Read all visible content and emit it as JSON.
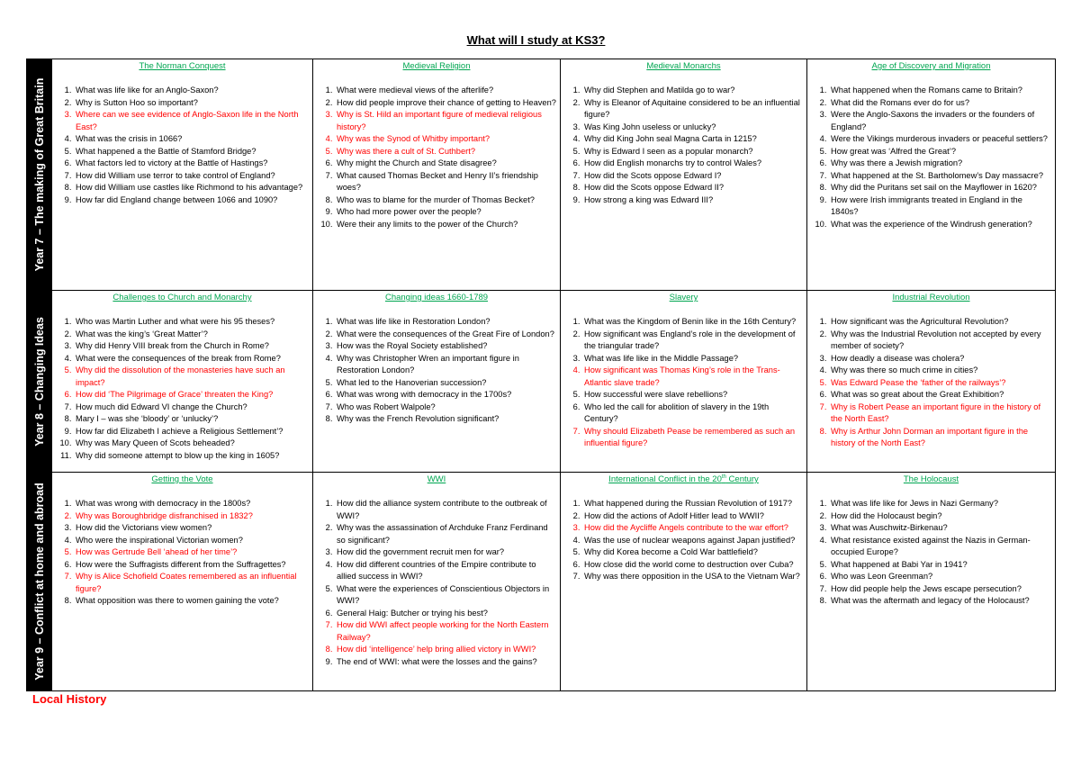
{
  "title": "What will I study at KS3?",
  "local_label": "Local History",
  "colors": {
    "topic": "#00a651",
    "local": "#ff0000",
    "year_band": "#000000"
  },
  "rows": [
    {
      "year": "Year 7 – The making of Great Britain",
      "topics": [
        {
          "title": "The Norman Conquest",
          "questions": [
            {
              "text": "What was life like for an Anglo-Saxon?",
              "local": false
            },
            {
              "text": "Why is Sutton Hoo so important?",
              "local": false
            },
            {
              "text": "Where can we see evidence of Anglo-Saxon life in the North East?",
              "local": true
            },
            {
              "text": "What was the crisis in 1066?",
              "local": false
            },
            {
              "text": "What happened a the Battle of Stamford Bridge?",
              "local": false
            },
            {
              "text": "What factors led to victory at the Battle of Hastings?",
              "local": false
            },
            {
              "text": "How did William use terror to take control of England?",
              "local": false
            },
            {
              "text": "How did William use castles like Richmond to his advantage?",
              "local": false
            },
            {
              "text": "How far did England change between 1066 and 1090?",
              "local": false
            }
          ]
        },
        {
          "title": "Medieval Religion",
          "questions": [
            {
              "text": "What were medieval views of the afterlife?",
              "local": false
            },
            {
              "text": "How did people improve their chance of getting to Heaven?",
              "local": false
            },
            {
              "text": "Why is St. Hild an important figure of medieval religious history?",
              "local": true
            },
            {
              "text": "Why was the Synod of Whitby important?",
              "local": true
            },
            {
              "text": "Why was there a cult of St. Cuthbert?",
              "local": true
            },
            {
              "text": "Why might the Church and State disagree?",
              "local": false
            },
            {
              "text": "What caused Thomas Becket and Henry II’s friendship woes?",
              "local": false
            },
            {
              "text": "Who was to blame for the murder of Thomas Becket?",
              "local": false
            },
            {
              "text": "Who had more power over the people?",
              "local": false
            },
            {
              "text": "Were their any limits to the power of the Church?",
              "local": false
            }
          ]
        },
        {
          "title": "Medieval Monarchs",
          "questions": [
            {
              "text": "Why did Stephen and Matilda go to war?",
              "local": false
            },
            {
              "text": "Why is Eleanor of Aquitaine considered to be an influential figure?",
              "local": false
            },
            {
              "text": "Was King John useless or unlucky?",
              "local": false
            },
            {
              "text": "Why did King John seal Magna Carta in 1215?",
              "local": false
            },
            {
              "text": "Why is Edward I seen as a popular monarch?",
              "local": false
            },
            {
              "text": "How did English monarchs try to control Wales?",
              "local": false
            },
            {
              "text": "How did the Scots oppose Edward I?",
              "local": false
            },
            {
              "text": "How did the Scots oppose Edward II?",
              "local": false
            },
            {
              "text": "How strong a king was Edward III?",
              "local": false
            }
          ]
        },
        {
          "title": "Age of Discovery and Migration",
          "questions": [
            {
              "text": "What happened when the Romans came to Britain?",
              "local": false
            },
            {
              "text": "What did the Romans ever do for us?",
              "local": false
            },
            {
              "text": "Were the Anglo-Saxons the invaders or the founders of England?",
              "local": false
            },
            {
              "text": "Were the Vikings murderous invaders or peaceful settlers?",
              "local": false
            },
            {
              "text": "How great was ‘Alfred the Great’?",
              "local": false
            },
            {
              "text": "Why was there a Jewish migration?",
              "local": false
            },
            {
              "text": "What happened at the St. Bartholomew’s Day massacre?",
              "local": false
            },
            {
              "text": "Why did the Puritans set sail on the Mayflower in 1620?",
              "local": false
            },
            {
              "text": "How were Irish immigrants treated in England in the 1840s?",
              "local": false
            },
            {
              "text": "What was the experience of the Windrush generation?",
              "local": false
            }
          ]
        }
      ]
    },
    {
      "year": "Year 8 – Changing Ideas",
      "topics": [
        {
          "title": "Challenges to Church and Monarchy",
          "questions": [
            {
              "text": "Who was Martin Luther and what were his 95 theses?",
              "local": false
            },
            {
              "text": "What was the king’s ‘Great Matter’?",
              "local": false
            },
            {
              "text": "Why did Henry VIII break from the Church in Rome?",
              "local": false
            },
            {
              "text": "What were the consequences of the break from Rome?",
              "local": false
            },
            {
              "text": "Why did the dissolution of the monasteries have such an impact?",
              "local": true
            },
            {
              "text": "How did ‘The Pilgrimage of Grace’ threaten the King?",
              "local": true
            },
            {
              "text": "How much did Edward VI change the Church?",
              "local": false
            },
            {
              "text": "Mary I – was she ‘bloody’ or ‘unlucky’?",
              "local": false
            },
            {
              "text": "How far did Elizabeth I achieve a Religious Settlement’?",
              "local": false
            },
            {
              "text": "Why was Mary Queen of Scots beheaded?",
              "local": false
            },
            {
              "text": "Why did someone attempt to blow up the king in 1605?",
              "local": false
            }
          ]
        },
        {
          "title": "Changing ideas 1660-1789",
          "questions": [
            {
              "text": "What was life like in Restoration London?",
              "local": false
            },
            {
              "text": "What were the consequences of the Great Fire of London?",
              "local": false
            },
            {
              "text": "How was the Royal Society established?",
              "local": false
            },
            {
              "text": "Why was Christopher Wren an important figure in Restoration London?",
              "local": false
            },
            {
              "text": "What led to the Hanoverian succession?",
              "local": false
            },
            {
              "text": "What was wrong with democracy in the 1700s?",
              "local": false
            },
            {
              "text": "Who was Robert Walpole?",
              "local": false
            },
            {
              "text": "Why was the French Revolution significant?",
              "local": false
            }
          ]
        },
        {
          "title": "Slavery",
          "questions": [
            {
              "text": "What was the Kingdom of Benin like in the 16th Century?",
              "local": false
            },
            {
              "text": "How significant was England’s role in the development of the triangular trade?",
              "local": false
            },
            {
              "text": "What was life like in the Middle Passage?",
              "local": false
            },
            {
              "text": "How significant was Thomas King’s role in the Trans-Atlantic slave trade?",
              "local": true
            },
            {
              "text": "How successful were slave rebellions?",
              "local": false
            },
            {
              "text": "Who led the call for abolition of slavery in the 19th Century?",
              "local": false
            },
            {
              "text": "Why should Elizabeth Pease be remembered as such an influential figure?",
              "local": true
            }
          ]
        },
        {
          "title": "Industrial Revolution",
          "questions": [
            {
              "text": "How significant was the Agricultural Revolution?",
              "local": false
            },
            {
              "text": "Why was the Industrial Revolution not accepted by every member of society?",
              "local": false
            },
            {
              "text": "How deadly a disease was cholera?",
              "local": false
            },
            {
              "text": "Why was there so much crime in cities?",
              "local": false
            },
            {
              "text": "Was Edward Pease the ‘father of the railways’?",
              "local": true
            },
            {
              "text": "What was so great about the Great Exhibition?",
              "local": false
            },
            {
              "text": "Why is Robert Pease an important figure in the history of the North East?",
              "local": true
            },
            {
              "text": "Why is Arthur John Dorman an important figure in the history of the North East?",
              "local": true
            }
          ]
        }
      ]
    },
    {
      "year": "Year 9 – Conflict at home and abroad",
      "topics": [
        {
          "title": "Getting the Vote",
          "questions": [
            {
              "text": "What was wrong with democracy in the 1800s?",
              "local": false
            },
            {
              "text": "Why was Boroughbridge disfranchised in 1832?",
              "local": true
            },
            {
              "text": "How did the Victorians view women?",
              "local": false
            },
            {
              "text": "Who were the inspirational Victorian women?",
              "local": false
            },
            {
              "text": "How was Gertrude Bell ‘ahead of her time’?",
              "local": true
            },
            {
              "text": "How were the Suffragists different from the Suffragettes?",
              "local": false
            },
            {
              "text": "Why is Alice Schofield Coates remembered as an influential figure?",
              "local": true
            },
            {
              "text": "What opposition was there to women gaining the vote?",
              "local": false
            }
          ]
        },
        {
          "title": "WWI",
          "questions": [
            {
              "text": "How did the alliance system contribute to the outbreak of WWI?",
              "local": false
            },
            {
              "text": "Why was the assassination of Archduke Franz Ferdinand so significant?",
              "local": false
            },
            {
              "text": "How did the government recruit men for war?",
              "local": false
            },
            {
              "text": "How did different countries of the Empire contribute to allied success in WWI?",
              "local": false
            },
            {
              "text": "What were the experiences of Conscientious Objectors in WWI?",
              "local": false
            },
            {
              "text": "General Haig: Butcher or trying his best?",
              "local": false
            },
            {
              "text": "How did WWI affect people working for the North Eastern Railway?",
              "local": true
            },
            {
              "text": "How did ‘intelligence’ help bring allied victory in WWI?",
              "local": true
            },
            {
              "text": "The end of WWI: what were the losses and the gains?",
              "local": false
            }
          ]
        },
        {
          "title": "International Conflict in the 20",
          "title_sup": "th",
          "title_end": " Century",
          "questions": [
            {
              "text": "What happened during the Russian Revolution of 1917?",
              "local": false
            },
            {
              "text": "How did the actions of Adolf Hitler lead to WWII?",
              "local": false
            },
            {
              "text": "How did the Aycliffe Angels contribute to the war effort?",
              "local": true
            },
            {
              "text": "Was the use of nuclear weapons against Japan justified?",
              "local": false
            },
            {
              "text": "Why did Korea become a Cold War battlefield?",
              "local": false
            },
            {
              "text": "How close did the world come to destruction over Cuba?",
              "local": false
            },
            {
              "text": "Why was there opposition in the USA to the Vietnam War?",
              "local": false
            }
          ]
        },
        {
          "title": "The Holocaust",
          "questions": [
            {
              "text": "What was life like for Jews in Nazi Germany?",
              "local": false
            },
            {
              "text": "How did the Holocaust begin?",
              "local": false
            },
            {
              "text": "What was Auschwitz-Birkenau?",
              "local": false
            },
            {
              "text": "What resistance existed against the Nazis in German-occupied Europe?",
              "local": false
            },
            {
              "text": "What happened at Babi Yar in 1941?",
              "local": false
            },
            {
              "text": "Who was Leon Greenman?",
              "local": false
            },
            {
              "text": "How did people help the Jews escape persecution?",
              "local": false
            },
            {
              "text": "What was the aftermath and legacy of the Holocaust?",
              "local": false
            }
          ]
        }
      ]
    }
  ]
}
